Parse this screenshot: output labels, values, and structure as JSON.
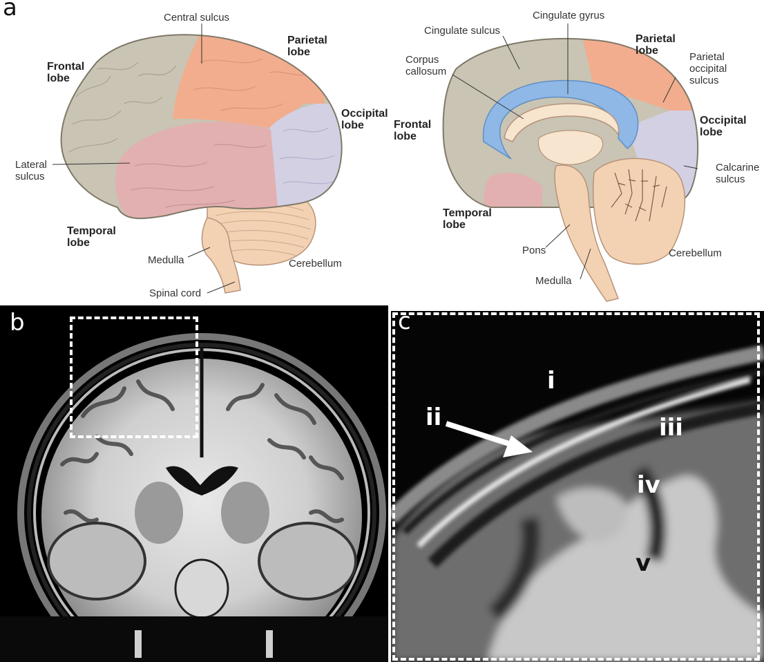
{
  "panels": {
    "a": {
      "letter": "a",
      "lateral": {
        "frontal_lobe": [
          "Frontal",
          "lobe"
        ],
        "central_sulcus": "Central sulcus",
        "parietal_lobe": [
          "Parietal",
          "lobe"
        ],
        "occipital_lobe": [
          "Occipital",
          "lobe"
        ],
        "lateral_sulcus": [
          "Lateral",
          "sulcus"
        ],
        "temporal_lobe": [
          "Temporal",
          "lobe"
        ],
        "medulla": "Medulla",
        "cerebellum": "Cerebellum",
        "spinal_cord": "Spinal cord"
      },
      "medial": {
        "cingulate_gyrus": "Cingulate gyrus",
        "cingulate_sulcus": "Cingulate sulcus",
        "corpus_callosum": [
          "Corpus",
          "callosum"
        ],
        "parietal_lobe": [
          "Parietal",
          "lobe"
        ],
        "parietal_occipital_sulcus": [
          "Parietal",
          "occipital",
          "sulcus"
        ],
        "occipital_lobe": [
          "Occipital",
          "lobe"
        ],
        "frontal_lobe": [
          "Frontal",
          "lobe"
        ],
        "calcarine_sulcus": [
          "Calcarine",
          "sulcus"
        ],
        "temporal_lobe": [
          "Temporal",
          "lobe"
        ],
        "pons": "Pons",
        "medulla": "Medulla",
        "cerebellum": "Cerebellum"
      }
    },
    "b": {
      "letter": "b"
    },
    "c": {
      "letter": "c",
      "markers": {
        "i": "i",
        "ii": "ii",
        "iii": "iii",
        "iv": "iv",
        "v": "v"
      }
    }
  },
  "colors": {
    "frontal": "#c9c4b3",
    "parietal": "#f2ad8e",
    "occipital": "#d3d0e4",
    "temporal": "#e2b0b0",
    "cerebellum": "#f3d2b3",
    "corpus_callosum": "#f7e5cf",
    "cingulate": "#8fb8e6",
    "mri_bg": "#000000"
  }
}
